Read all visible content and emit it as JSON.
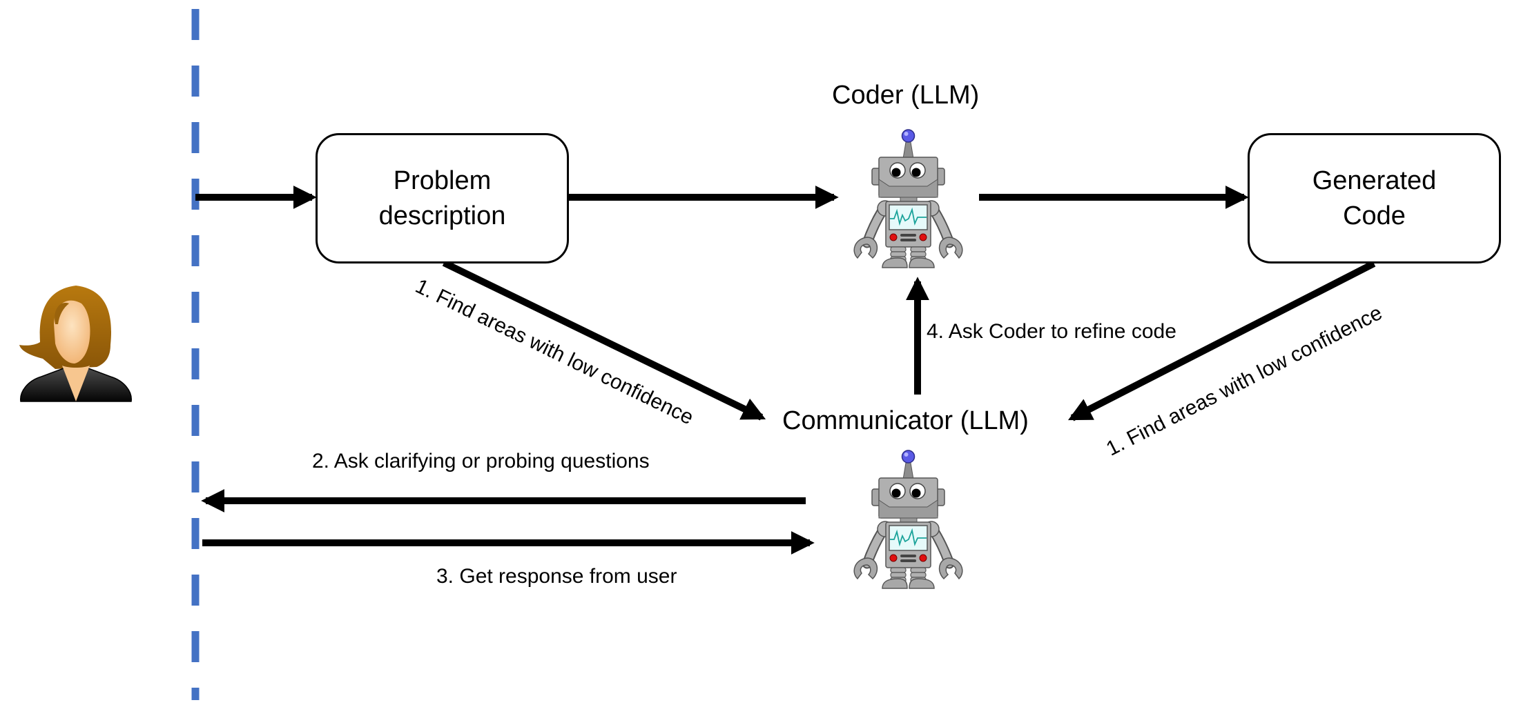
{
  "diagram": {
    "user": {
      "icon": "user-avatar-woman-icon",
      "label": ""
    },
    "boxes": {
      "problem": {
        "lines": [
          "Problem",
          "description"
        ]
      },
      "code": {
        "lines": [
          "Generated",
          "Code"
        ]
      }
    },
    "agents": {
      "coder": {
        "label": "Coder (LLM)",
        "icon": "robot-icon"
      },
      "communicator": {
        "label": "Communicator (LLM)",
        "icon": "robot-icon"
      }
    },
    "steps": {
      "find_left": "1. Find areas with low confidence",
      "find_right": "1. Find areas with low confidence",
      "ask_questions": "2. Ask clarifying or probing questions",
      "get_response": "3. Get response from user",
      "refine": "4. Ask Coder to refine code"
    },
    "colors": {
      "boundary": "#4472C4",
      "arrow": "#000000",
      "antenna": "#5A5AE6",
      "screen": "#E6FAFA",
      "pulse": "#1AA39A",
      "hair": "#A86A0E",
      "skin": "#F7C68F",
      "jacket": "#1A1A1A"
    }
  }
}
